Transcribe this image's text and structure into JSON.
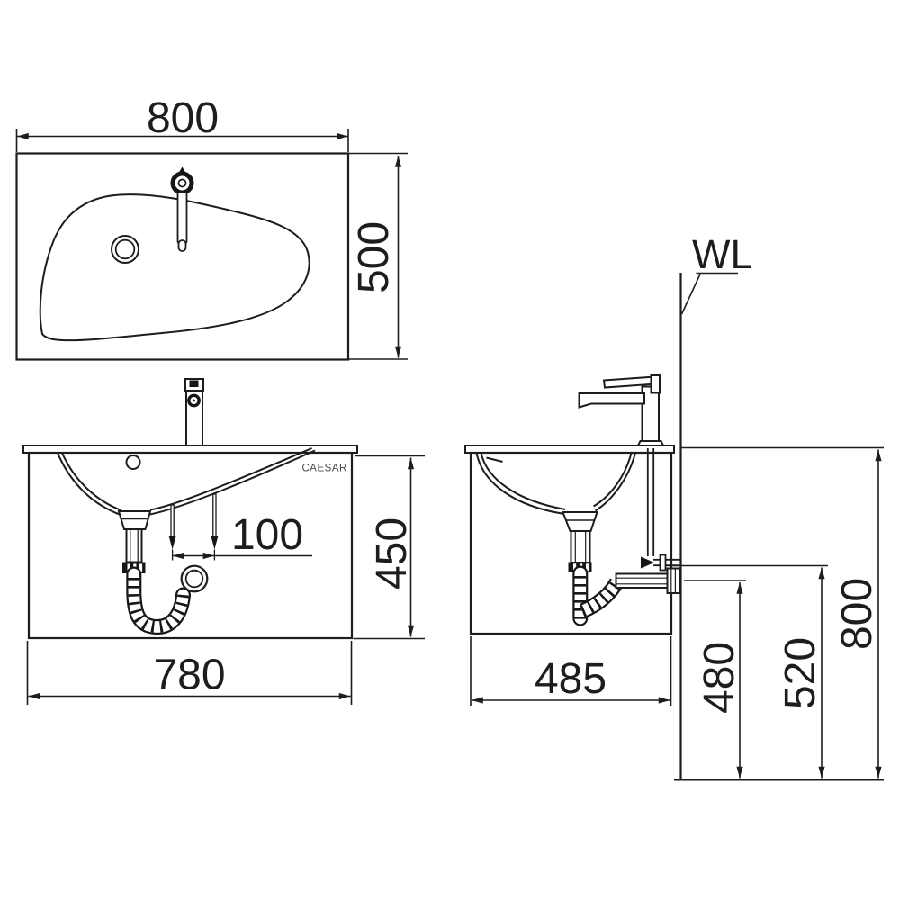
{
  "brand": "CAESAR",
  "wall_label": "WL",
  "dims": {
    "top_width": "800",
    "top_depth": "500",
    "front_width": "780",
    "front_height": "450",
    "bolt_spacing": "100",
    "side_depth": "485",
    "drain_outlet_height": "480",
    "supply_height": "520",
    "counter_height": "800"
  }
}
